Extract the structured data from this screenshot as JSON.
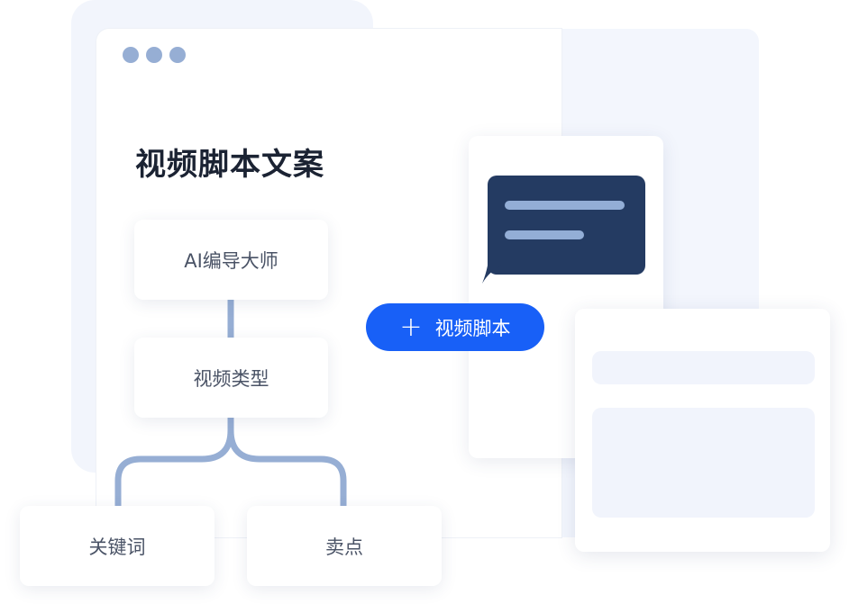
{
  "window": {
    "title": "视频脚本文案"
  },
  "flow": {
    "nodes": {
      "director": "AI编导大师",
      "video_type": "视频类型",
      "keywords": "关键词",
      "selling_points": "卖点"
    }
  },
  "action": {
    "add_label": "视频脚本",
    "add_icon": "plus-icon"
  },
  "colors": {
    "accent": "#1860f7",
    "bubble": "#243b62",
    "connector": "#96aed4",
    "title_text": "#1b2333"
  }
}
